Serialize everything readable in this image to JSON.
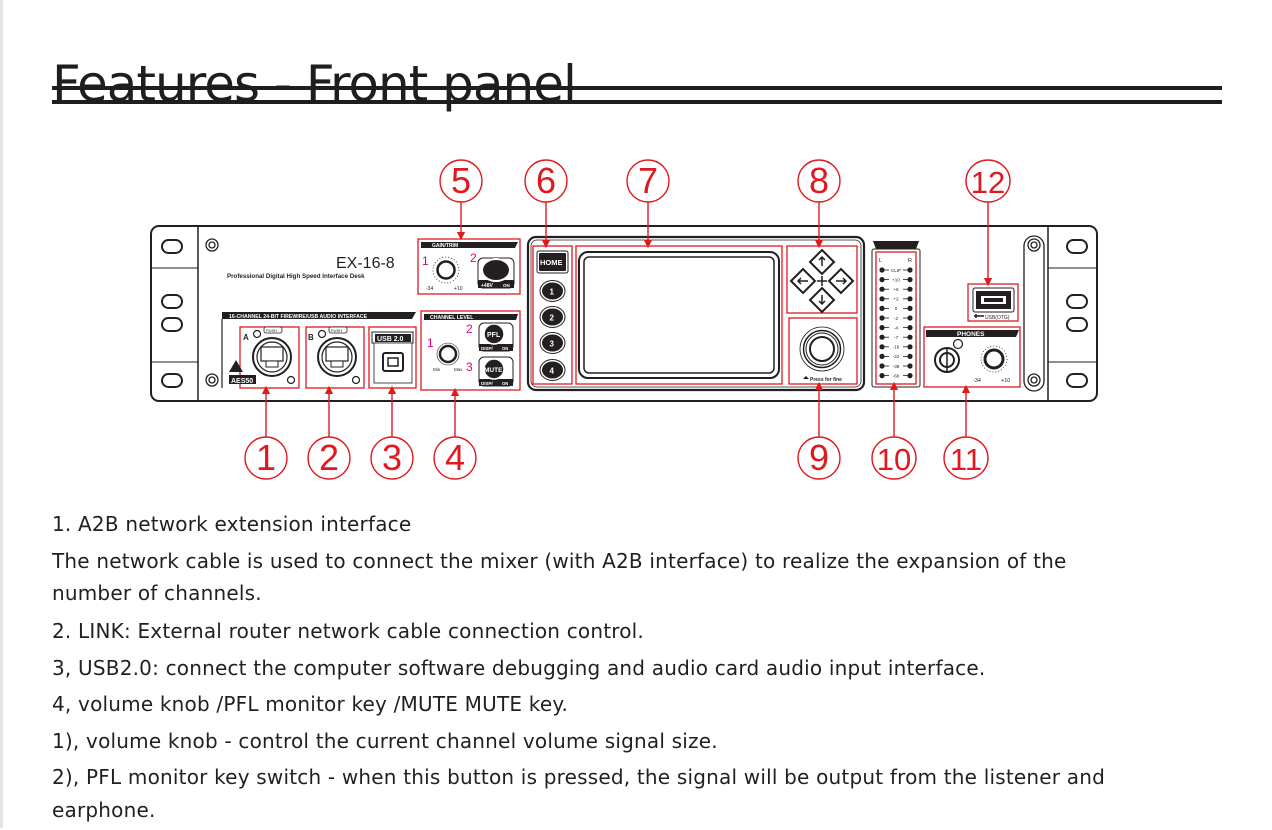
{
  "page": {
    "title": "Features - Front panel"
  },
  "device": {
    "model": "EX-16-8",
    "subtitle": "Professional Digital High Speed Interface Desk",
    "interface_strip_label": "16-CHANNEL  24-BIT FIREWIRE/USB  AUDIO INTERFACE",
    "port_a_label": "A",
    "port_b_label": "B",
    "push_label": "PUSH",
    "aes_label": "AES50",
    "usb_label": "USB 2.0",
    "gain_trim": {
      "header": "GAIN/TRIM",
      "num1": "1",
      "num2": "2",
      "min": "-34",
      "max": "+10",
      "phantom_label": "+48V",
      "on_label": "ON"
    },
    "channel_level": {
      "header": "CHANNEL LEVEL",
      "num1": "1",
      "num2": "2",
      "num3": "3",
      "min": "Min",
      "max": "Max",
      "pfl_label": "PFL",
      "mute_label": "MUTE",
      "disp_label": "DISP/",
      "on_label": "ON"
    },
    "home_button": "HOME",
    "number_buttons": [
      "1",
      "2",
      "3",
      "4"
    ],
    "encoder_caption": "Press for fine",
    "meter": {
      "left": "L",
      "right": "R",
      "levels": [
        "CLIP",
        "+10",
        "+6",
        "+2",
        "0",
        "-2",
        "-4",
        "-7",
        "-16",
        "-22",
        "-38",
        "-60"
      ]
    },
    "usb_otg_label": "USB(OTG)",
    "phones": {
      "header": "PHONES",
      "min": "-34",
      "max": "+10"
    }
  },
  "callouts": [
    "1",
    "2",
    "3",
    "4",
    "5",
    "6",
    "7",
    "8",
    "9",
    "10",
    "11",
    "12"
  ],
  "colors": {
    "callout_red": "#e0191e",
    "highlight_magenta": "#e6007e",
    "ink": "#231f20"
  },
  "description": [
    "1. A2B network extension interface",
    "The network cable is used to connect the mixer (with A2B interface) to realize the expansion of the",
    "number of channels.",
    "2. LINK: External router network cable connection control.",
    "3, USB2.0: connect the computer software debugging and audio card audio input interface.",
    "4, volume knob /PFL monitor key /MUTE MUTE key.",
    "1), volume knob - control the current channel volume signal size.",
    "2), PFL monitor key switch - when this button is pressed, the signal will be output from the listener and",
    "earphone."
  ]
}
